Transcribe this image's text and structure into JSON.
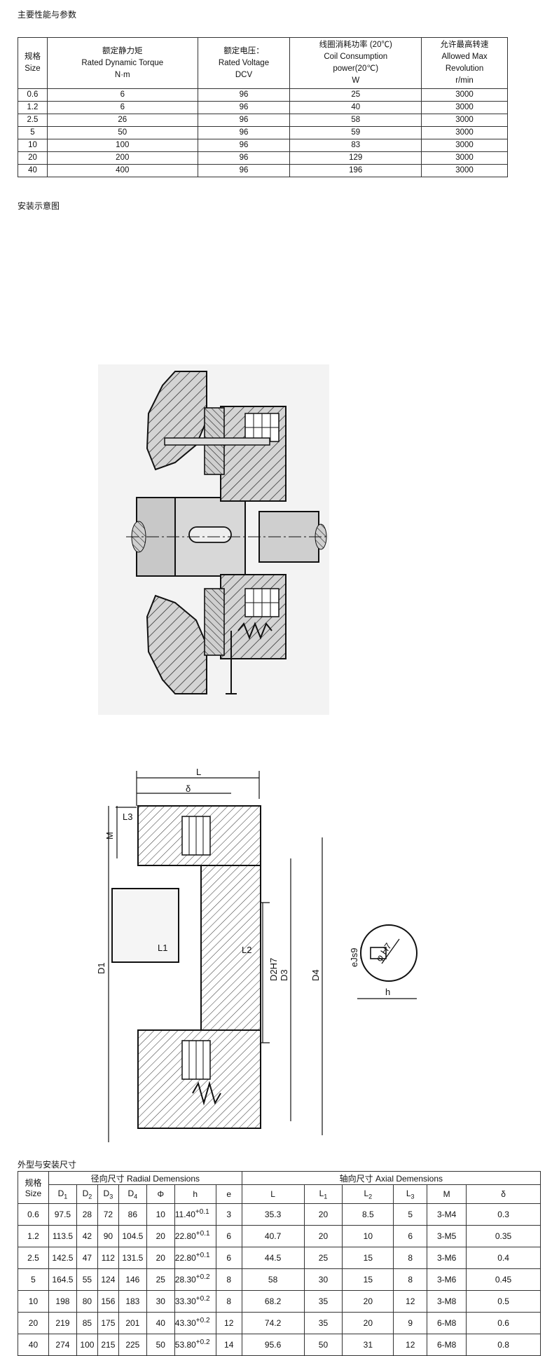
{
  "section1_title": "主要性能与参数",
  "table1": {
    "headers": [
      [
        "规格",
        "Size"
      ],
      [
        "额定静力矩",
        "Rated Dynamic Torque",
        "N·m"
      ],
      [
        "额定电压：",
        "Rated Voltage",
        "DCV"
      ],
      [
        "线圈消耗功率 (20℃)",
        "Coil Consumption",
        "power(20℃)",
        "W"
      ],
      [
        "允许最高转速",
        "Allowed Max",
        "Revolution",
        "r/min"
      ]
    ],
    "rows": [
      [
        "0.6",
        "6",
        "96",
        "25",
        "3000"
      ],
      [
        "1.2",
        "6",
        "96",
        "40",
        "3000"
      ],
      [
        "2.5",
        "26",
        "96",
        "58",
        "3000"
      ],
      [
        "5",
        "50",
        "96",
        "59",
        "3000"
      ],
      [
        "10",
        "100",
        "96",
        "83",
        "3000"
      ],
      [
        "20",
        "200",
        "96",
        "129",
        "3000"
      ],
      [
        "40",
        "400",
        "96",
        "196",
        "3000"
      ]
    ]
  },
  "section2_title": "安装示意图",
  "drawing2": {
    "L": "L",
    "delta": "δ",
    "L3": "L3",
    "M": "M",
    "D1": "D1",
    "L1": "L1",
    "L2": "L2",
    "D2H7": "D2H7",
    "D3": "D3",
    "D4": "D4",
    "eJs9": "eJs9",
    "phiH7": "φ H7",
    "h": "h"
  },
  "section3_title": "外型与安装尺寸",
  "table2": {
    "size_label": [
      "规格",
      "Size"
    ],
    "radial_label": "径向尺寸 Radial Demensions",
    "axial_label": "轴向尺寸 Axial Demensions",
    "radial_cols": [
      "D1",
      "D2",
      "D3",
      "D4",
      "Φ",
      "h",
      "e"
    ],
    "axial_cols": [
      "L",
      "L1",
      "L2",
      "L3",
      "M",
      "δ"
    ],
    "rows": [
      {
        "size": "0.6",
        "D1": "97.5",
        "D2": "28",
        "D3": "72",
        "D4": "86",
        "phi": "10",
        "h": "11.4",
        "h_tol": "0+0.1",
        "e": "3",
        "L": "35.3",
        "L1": "20",
        "L2": "8.5",
        "L3": "5",
        "M": "3-M4",
        "delta": "0.3"
      },
      {
        "size": "1.2",
        "D1": "113.5",
        "D2": "42",
        "D3": "90",
        "D4": "104.5",
        "phi": "20",
        "h": "22.8",
        "h_tol": "0+0.1",
        "e": "6",
        "L": "40.7",
        "L1": "20",
        "L2": "10",
        "L3": "6",
        "M": "3-M5",
        "delta": "0.35"
      },
      {
        "size": "2.5",
        "D1": "142.5",
        "D2": "47",
        "D3": "112",
        "D4": "131.5",
        "phi": "20",
        "h": "22.8",
        "h_tol": "0+0.1",
        "e": "6",
        "L": "44.5",
        "L1": "25",
        "L2": "15",
        "L3": "8",
        "M": "3-M6",
        "delta": "0.4"
      },
      {
        "size": "5",
        "D1": "164.5",
        "D2": "55",
        "D3": "124",
        "D4": "146",
        "phi": "25",
        "h": "28.3",
        "h_tol": "0+0.2",
        "e": "8",
        "L": "58",
        "L1": "30",
        "L2": "15",
        "L3": "8",
        "M": "3-M6",
        "delta": "0.45"
      },
      {
        "size": "10",
        "D1": "198",
        "D2": "80",
        "D3": "156",
        "D4": "183",
        "phi": "30",
        "h": "33.3",
        "h_tol": "0+0.2",
        "e": "8",
        "L": "68.2",
        "L1": "35",
        "L2": "20",
        "L3": "12",
        "M": "3-M8",
        "delta": "0.5"
      },
      {
        "size": "20",
        "D1": "219",
        "D2": "85",
        "D3": "175",
        "D4": "201",
        "phi": "40",
        "h": "43.3",
        "h_tol": "0+0.2",
        "e": "12",
        "L": "74.2",
        "L1": "35",
        "L2": "20",
        "L3": "9",
        "M": "6-M8",
        "delta": "0.6"
      },
      {
        "size": "40",
        "D1": "274",
        "D2": "100",
        "D3": "215",
        "D4": "225",
        "phi": "50",
        "h": "53.8",
        "h_tol": "0+0.2",
        "e": "14",
        "L": "95.6",
        "L1": "50",
        "L2": "31",
        "L3": "12",
        "M": "6-M8",
        "delta": "0.8"
      }
    ]
  }
}
